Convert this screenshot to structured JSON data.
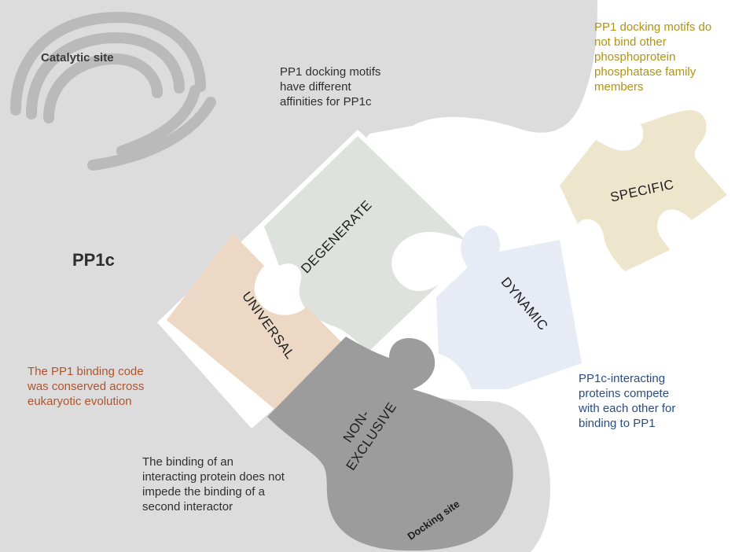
{
  "labels": {
    "catalytic_site": "Catalytic site",
    "pp1c": "PP1c",
    "docking_site": "Docking site"
  },
  "pieces": {
    "degenerate": "DEGENERATE",
    "universal": "UNIVERSAL",
    "non_exclusive_line1": "NON-",
    "non_exclusive_line2": "EXCLUSIVE",
    "dynamic": "DYNAMIC",
    "specific": "SPECIFIC"
  },
  "notes": {
    "degenerate": [
      "PP1 docking motifs",
      "have different",
      "affinities for PP1c"
    ],
    "specific": [
      "PP1 docking motifs do",
      "not bind other",
      "phosphoprotein",
      "phosphatase family",
      "members"
    ],
    "universal": [
      "The PP1 binding code",
      "was conserved across",
      "eukaryotic evolution"
    ],
    "dynamic": [
      "PP1c-interacting",
      "proteins compete",
      "with each other for",
      "binding to PP1"
    ],
    "non_exclusive": [
      "The binding of an",
      "interacting protein does not",
      "impede the binding of a",
      "second interactor"
    ]
  },
  "colors": {
    "pp1c_body": "#dcdcdc",
    "catalytic_ridges": "#b9b9b9",
    "degenerate_fill": "#dde2dd",
    "universal_fill": "#ecd8c5",
    "non_exclusive_fill": "#9c9c9c",
    "dynamic_fill": "#e6ebf5",
    "specific_fill": "#ede5cc",
    "note_degenerate": "#2f2f2f",
    "note_specific": "#b09318",
    "note_universal": "#b4532a",
    "note_dynamic": "#2a4e80",
    "note_non_exclusive": "#2f2f2f"
  }
}
